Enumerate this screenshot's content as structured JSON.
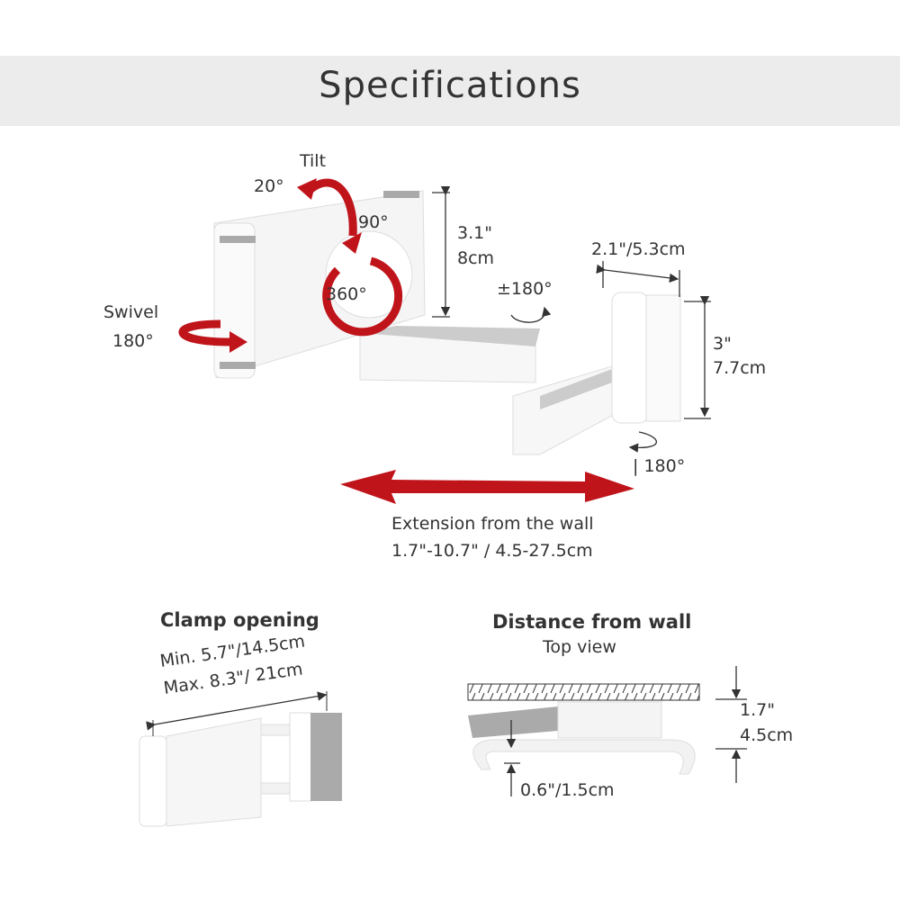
{
  "header": {
    "title": "Specifications"
  },
  "main_view": {
    "tilt_label": "Tilt",
    "tilt_up": "20°",
    "tilt_down": "90°",
    "rotation": "360°",
    "swivel_label": "Swivel",
    "swivel_value": "180°",
    "holder_height_in": "3.1\"",
    "holder_height_cm": "8cm",
    "plate_width": "2.1\"/5.3cm",
    "arm_rotation": "±180°",
    "plate_height_in": "3\"",
    "plate_height_cm": "7.7cm",
    "base_rotation": "| 180°",
    "extension_label": "Extension from the wall",
    "extension_value": "1.7\"-10.7\" / 4.5-27.5cm",
    "accent_color": "#c0141b"
  },
  "clamp": {
    "title": "Clamp opening",
    "min": "Min. 5.7\"/14.5cm",
    "max": "Max. 8.3\"/ 21cm"
  },
  "distance": {
    "title": "Distance from wall",
    "subtitle": "Top view",
    "depth_in": "1.7\"",
    "depth_cm": "4.5cm",
    "lip": "0.6\"/1.5cm"
  }
}
